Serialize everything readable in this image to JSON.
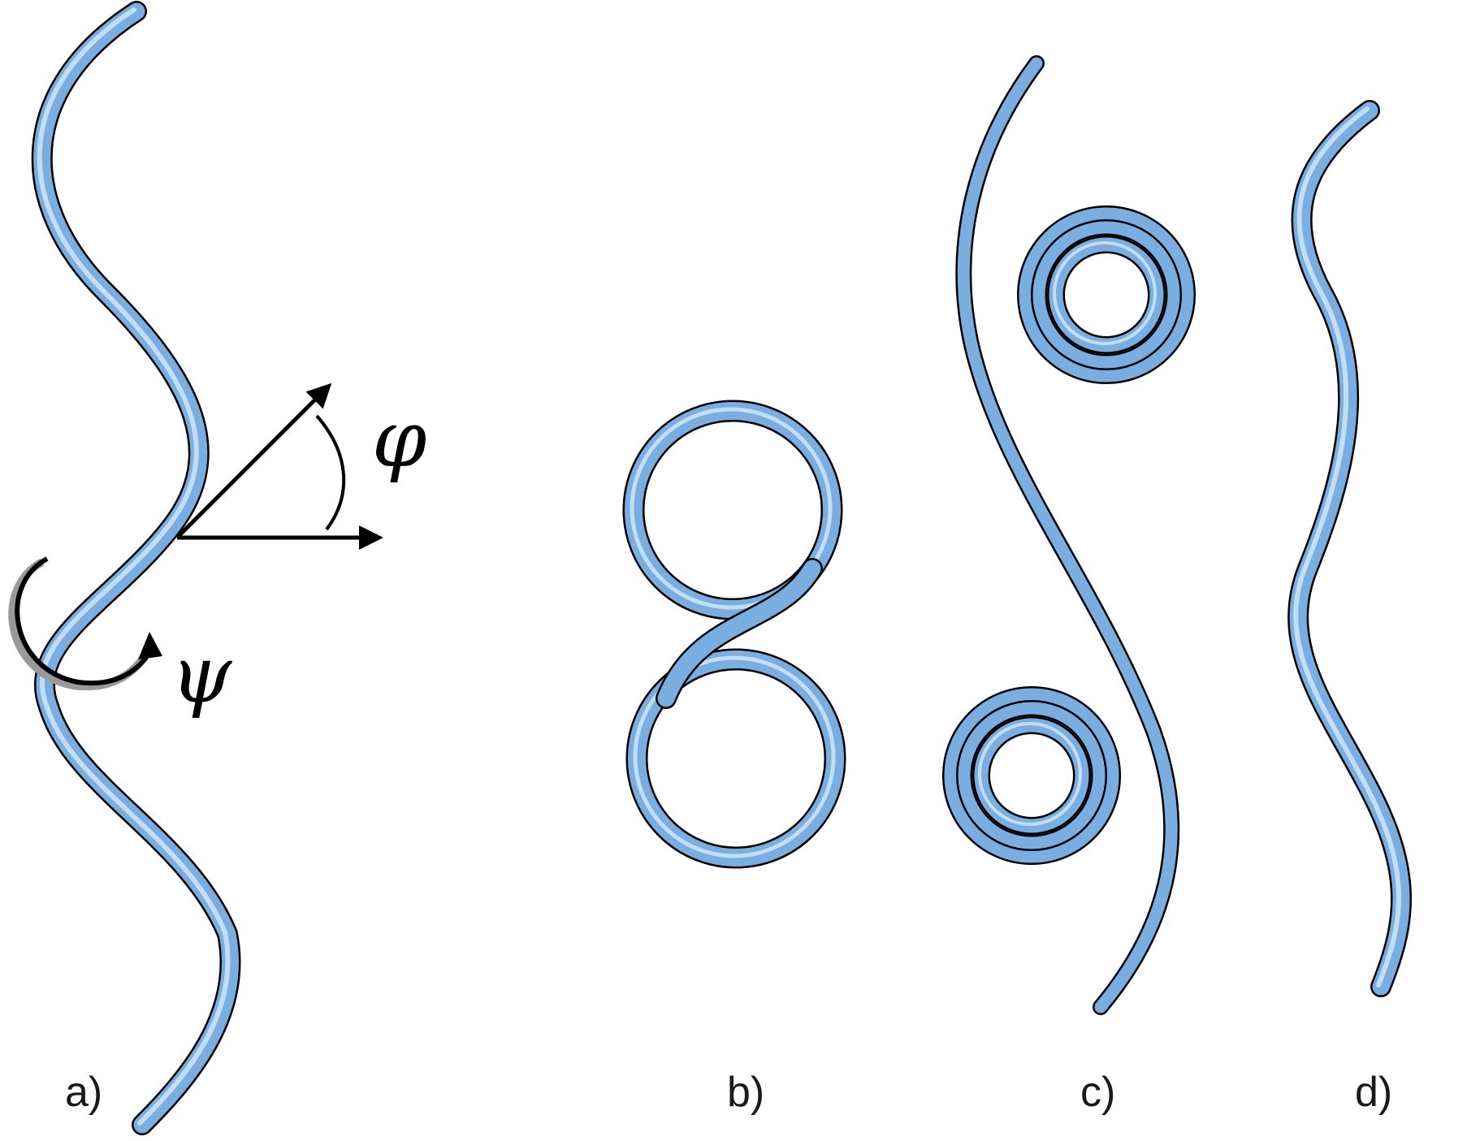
{
  "colors": {
    "rod_fill": "#7aaee0",
    "rod_highlight": "#c2ddf6",
    "rod_shadow": "#4f86bd",
    "outline": "#000000",
    "background": "#ffffff"
  },
  "panels": [
    {
      "label": "a)"
    },
    {
      "label": "b)"
    },
    {
      "label": "c)"
    },
    {
      "label": "d)"
    }
  ],
  "symbols": {
    "phi": "φ",
    "psi": "ψ"
  }
}
